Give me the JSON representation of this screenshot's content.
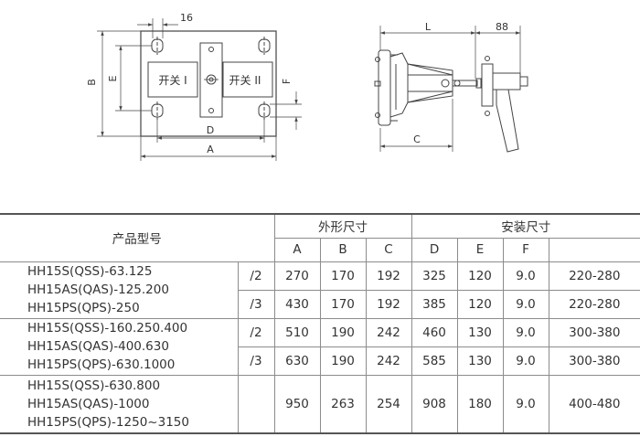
{
  "drawing": {
    "front_view": {
      "switch_1_label": "开关 I",
      "switch_2_label": "开关 II",
      "dimensions": {
        "top": "16",
        "left_outer": "B",
        "left_inner": "E",
        "right": "F",
        "bottom_inner": "D",
        "bottom_outer": "A"
      }
    },
    "side_view": {
      "dimensions": {
        "top_main": "L",
        "top_handle": "88",
        "bottom": "C"
      }
    }
  },
  "table": {
    "header": {
      "model_col": "产品型号",
      "group_outer": "外形尺寸",
      "group_install": "安装尺寸",
      "columns": [
        "A",
        "B",
        "C",
        "D",
        "E",
        "F",
        ""
      ]
    },
    "groups": [
      {
        "models": [
          "HH15S(QSS)-63.125",
          "HH15AS(QAS)-125.200",
          "HH15PS(QPS)-250"
        ],
        "rows": [
          {
            "poles": "/2",
            "values": [
              "270",
              "170",
              "192",
              "325",
              "120",
              "9.0",
              "220-280"
            ]
          },
          {
            "poles": "/3",
            "values": [
              "430",
              "170",
              "192",
              "385",
              "120",
              "9.0",
              "220-280"
            ]
          }
        ]
      },
      {
        "models": [
          "HH15S(QSS)-160.250.400",
          "HH15AS(QAS)-400.630",
          "HH15PS(QPS)-630.1000"
        ],
        "rows": [
          {
            "poles": "/2",
            "values": [
              "510",
              "190",
              "242",
              "460",
              "130",
              "9.0",
              "300-380"
            ]
          },
          {
            "poles": "/3",
            "values": [
              "630",
              "190",
              "242",
              "585",
              "130",
              "9.0",
              "300-380"
            ]
          }
        ]
      },
      {
        "models": [
          "HH15S(QSS)-630.800",
          "HH15AS(QAS)-1000",
          "HH15PS(QPS)-1250~3150"
        ],
        "rows": [
          {
            "poles": "",
            "values": [
              "950",
              "263",
              "254",
              "908",
              "180",
              "9.0",
              "400-480"
            ]
          }
        ]
      }
    ]
  }
}
